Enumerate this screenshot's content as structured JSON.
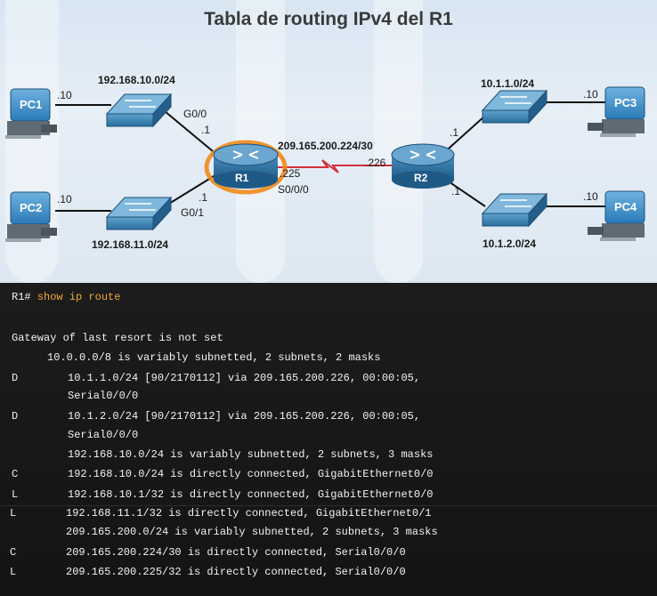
{
  "diagram": {
    "title": "Tabla de routing IPv4 del R1",
    "pcs": [
      "PC1",
      "PC2",
      "PC3",
      "PC4"
    ],
    "routers": [
      "R1",
      "R2"
    ],
    "labels": {
      "net_10": "192.168.10.0/24",
      "net_11": "192.168.11.0/24",
      "net_1_1": "10.1.1.0/24",
      "net_1_2": "10.1.2.0/24",
      "wan_net": "209.165.200.224/30",
      "pc1_host": ".10",
      "pc2_host": ".10",
      "pc3_host": ".10",
      "pc4_host": ".10",
      "r1_g00_if": "G0/0",
      "r1_g00_ip": ".1",
      "r1_g01_if": "G0/1",
      "r1_g01_ip": ".1",
      "r1_s_ip": ".225",
      "r1_s_if": "S0/0/0",
      "r2_s_ip": ".226",
      "r2_top_ip": ".1",
      "r2_bot_ip": ".1"
    },
    "colors": {
      "router_blue": "#2a6e9e",
      "highlight": "#f08a1c",
      "serial_link": "#d32f3a",
      "pc_blue": "#2b86c8"
    }
  },
  "terminal": {
    "prompt": "R1#",
    "command": "show ip route",
    "lines": [
      {
        "code": "",
        "text": "Gateway of last resort is not set"
      },
      {
        "code": "",
        "text": "10.0.0.0/8 is variably subnetted, 2 subnets, 2 masks"
      },
      {
        "code": "D",
        "text": "10.1.1.0/24 [90/2170112] via 209.165.200.226, 00:00:05,"
      },
      {
        "code": "",
        "text": "Serial0/0/0"
      },
      {
        "code": "D",
        "text": "10.1.2.0/24 [90/2170112] via 209.165.200.226, 00:00:05,"
      },
      {
        "code": "",
        "text": "Serial0/0/0"
      },
      {
        "code": "",
        "text": "192.168.10.0/24 is variably subnetted, 2 subnets, 3 masks"
      },
      {
        "code": "C",
        "text": "192.168.10.0/24 is directly connected, GigabitEthernet0/0"
      },
      {
        "code": "L",
        "text": "192.168.10.1/32 is directly connected, GigabitEthernet0/0"
      },
      {
        "code": "L",
        "text": "192.168.11.1/32 is directly connected, GigabitEthernet0/1"
      },
      {
        "code": "",
        "text": "209.165.200.0/24 is variably subnetted, 2 subnets, 3 masks"
      },
      {
        "code": "C",
        "text": "209.165.200.224/30 is directly connected, Serial0/0/0"
      },
      {
        "code": "L",
        "text": "209.165.200.225/32 is directly connected, Serial0/0/0"
      }
    ]
  }
}
